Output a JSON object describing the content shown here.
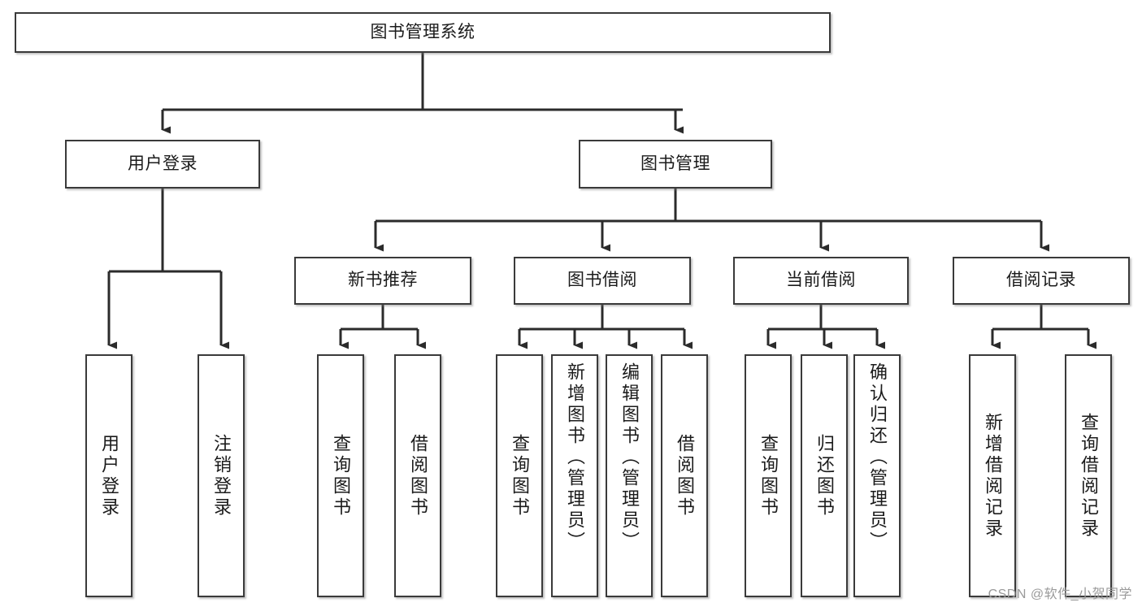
{
  "diagram": {
    "title": "图书管理系统",
    "watermark": "CSDN @软件_小贺同学",
    "colors": {
      "border": "#3a3a3a",
      "fill": "#ffffff",
      "text": "#1b1b1b",
      "edge": "#2b2b2b",
      "watermark": "#9a9a9a"
    },
    "nodes": {
      "root": {
        "label": "图书管理系统"
      },
      "level2": [
        {
          "id": "user-login",
          "label": "用户登录"
        },
        {
          "id": "book-manage",
          "label": "图书管理"
        }
      ],
      "level3": [
        {
          "id": "new-book-recommend",
          "label": "新书推荐"
        },
        {
          "id": "book-borrow",
          "label": "图书借阅"
        },
        {
          "id": "current-borrow",
          "label": "当前借阅"
        },
        {
          "id": "borrow-record",
          "label": "借阅记录"
        }
      ],
      "leaves": {
        "user_login": [
          {
            "id": "leaf-user-login",
            "label": "用户登录"
          },
          {
            "id": "leaf-logout-login",
            "label": "注销登录"
          }
        ],
        "new_book_recommend": [
          {
            "id": "leaf-query-book-1",
            "label": "查询图书"
          },
          {
            "id": "leaf-borrow-book-1",
            "label": "借阅图书"
          }
        ],
        "book_borrow": [
          {
            "id": "leaf-query-book-2",
            "label": "查询图书"
          },
          {
            "id": "leaf-add-book",
            "label": "新增图书（管理员）"
          },
          {
            "id": "leaf-edit-book",
            "label": "编辑图书（管理员）"
          },
          {
            "id": "leaf-borrow-book-2",
            "label": "借阅图书"
          }
        ],
        "current_borrow": [
          {
            "id": "leaf-query-book-3",
            "label": "查询图书"
          },
          {
            "id": "leaf-return-book",
            "label": "归还图书"
          },
          {
            "id": "leaf-confirm-return",
            "label": "确认归还（管理员）"
          }
        ],
        "borrow_record": [
          {
            "id": "leaf-add-record",
            "label": "新增借阅记录"
          },
          {
            "id": "leaf-query-record",
            "label": "查询借阅记录"
          }
        ]
      }
    }
  }
}
